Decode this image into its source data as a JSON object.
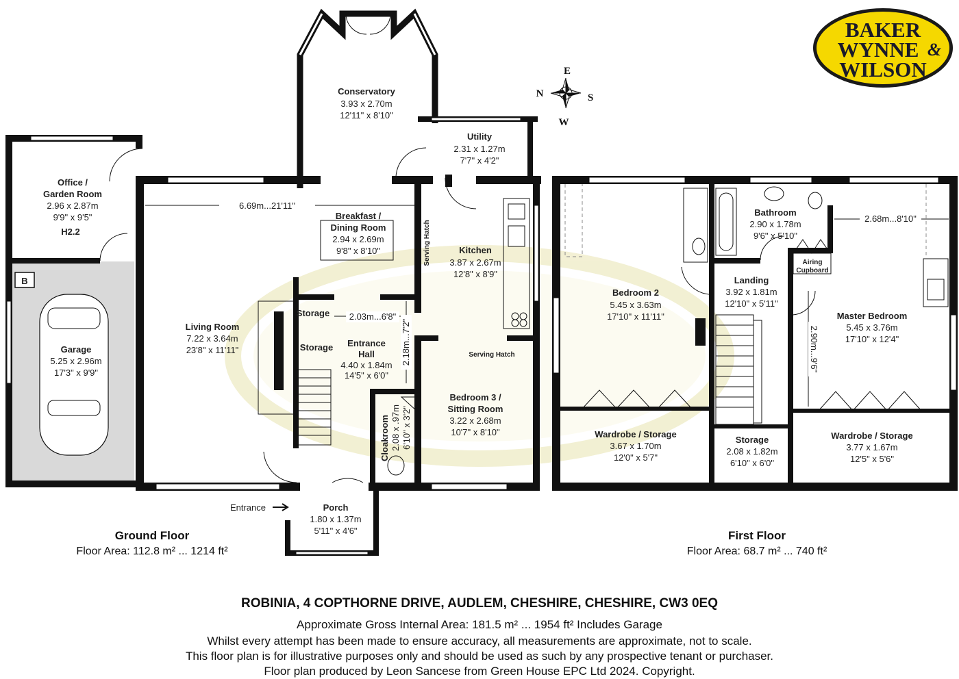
{
  "logo": {
    "line1": "BAKER",
    "line2": "WYNNE",
    "amp": "&",
    "line3": "WILSON"
  },
  "compass": {
    "n": "N",
    "e": "E",
    "s": "S",
    "w": "W"
  },
  "rooms": {
    "conservatory": {
      "name": "Conservatory",
      "metric": "3.93 x 2.70m",
      "imperial": "12'11\" x 8'10\""
    },
    "utility": {
      "name": "Utility",
      "metric": "2.31 x 1.27m",
      "imperial": "7'7\" x 4'2\""
    },
    "office": {
      "name1": "Office /",
      "name2": "Garden Room",
      "metric": "2.96 x 2.87m",
      "imperial": "9'9\" x 9'5\"",
      "tag": "H2.2"
    },
    "breakfast": {
      "name1": "Breakfast /",
      "name2": "Dining Room",
      "metric": "2.94 x 2.69m",
      "imperial": "9'8\" x 8'10\""
    },
    "kitchen": {
      "name": "Kitchen",
      "metric": "3.87 x 2.67m",
      "imperial": "12'8\" x 8'9\""
    },
    "living": {
      "name": "Living Room",
      "metric": "7.22 x 3.64m",
      "imperial": "23'8\" x 11'11\""
    },
    "garage": {
      "name": "Garage",
      "metric": "5.25 x 2.96m",
      "imperial": "17'3\" x 9'9\"",
      "badge": "B"
    },
    "storage1": {
      "name": "Storage"
    },
    "storage2": {
      "name": "Storage"
    },
    "hall": {
      "name1": "Entrance",
      "name2": "Hall",
      "metric": "4.40 x 1.84m",
      "imperial": "14'5\" x 6'0\""
    },
    "bedroom3": {
      "name1": "Bedroom 3 /",
      "name2": "Sitting Room",
      "metric": "3.22 x 2.68m",
      "imperial": "10'7\" x 8'10\""
    },
    "cloakroom": {
      "name": "Cloakroom",
      "metric": "2.08 x .97m",
      "imperial": "6'10\" x 3'2\""
    },
    "porch": {
      "name": "Porch",
      "metric": "1.80 x 1.37m",
      "imperial": "5'11\" x 4'6\""
    },
    "bedroom2": {
      "name": "Bedroom 2",
      "metric": "5.45 x 3.63m",
      "imperial": "17'10\" x 11'11\""
    },
    "bathroom": {
      "name": "Bathroom",
      "metric": "2.90 x 1.78m",
      "imperial": "9'6\" x 5'10\""
    },
    "landing": {
      "name": "Landing",
      "metric": "3.92 x 1.81m",
      "imperial": "12'10\" x 5'11\""
    },
    "airing": {
      "name1": "Airing",
      "name2": "Cupboard"
    },
    "master": {
      "name": "Master Bedroom",
      "metric": "5.45 x 3.76m",
      "imperial": "17'10\" x 12'4\""
    },
    "wardrobe1": {
      "name": "Wardrobe / Storage",
      "metric": "3.67 x 1.70m",
      "imperial": "12'0\" x 5'7\""
    },
    "storage3": {
      "name": "Storage",
      "metric": "2.08 x 1.82m",
      "imperial": "6'10\" x 6'0\""
    },
    "wardrobe2": {
      "name": "Wardrobe / Storage",
      "metric": "3.77 x 1.67m",
      "imperial": "12'5\" x 5'6\""
    }
  },
  "dimensions": {
    "living_width": "6.69m...21'11\"",
    "hall_width": "2.03m...6'8\"",
    "hall_height": "2.18m...7'2\"",
    "master_width": "2.68m...8'10\"",
    "master_height": "2.90m...9'6\""
  },
  "annotations": {
    "serving_hatch_1": "Serving Hatch",
    "serving_hatch_2": "Serving Hatch",
    "entrance": "Entrance"
  },
  "floors": {
    "ground": {
      "title": "Ground Floor",
      "area": "Floor Area: 112.8 m² ... 1214 ft²"
    },
    "first": {
      "title": "First Floor",
      "area": "Floor Area: 68.7 m² ... 740 ft²"
    }
  },
  "footer": {
    "title": "ROBINIA, 4 COPTHORNE DRIVE, AUDLEM, CHESHIRE, CHESHIRE, CW3 0EQ",
    "line1": "Approximate Gross Internal Area: 181.5 m² ... 1954 ft² Includes Garage",
    "line2": "Whilst every attempt has been made to ensure accuracy, all measurements are approximate, not to scale.",
    "line3": "This floor plan is for illustrative purposes only and should be used as such by any prospective tenant or purchaser.",
    "line4": "Floor plan produced by Leon Sancese from Green House EPC Ltd 2024. Copyright."
  },
  "colors": {
    "wall": "#111111",
    "garage_fill": "#d9d9d9",
    "logo_yellow": "#f5d800",
    "watermark": "#e9e4b0"
  }
}
